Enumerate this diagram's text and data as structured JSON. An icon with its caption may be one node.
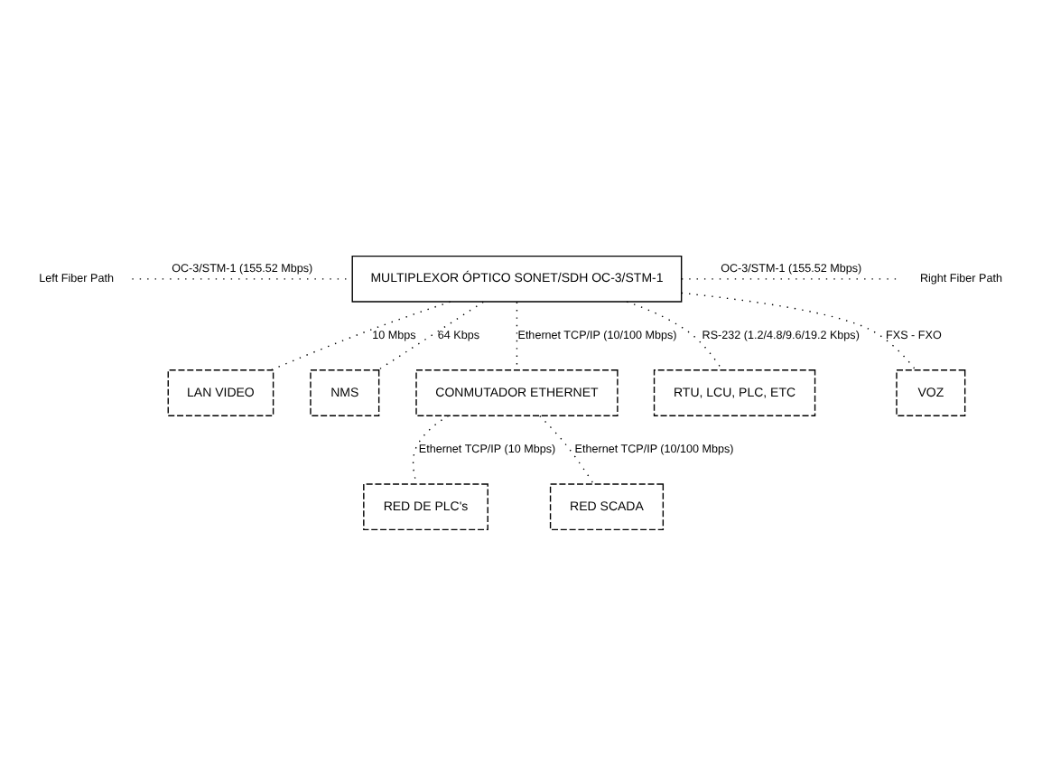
{
  "diagram": {
    "nodes": [
      {
        "text": [
          "MULTIPLEXOR ÓPTICO SONET/SDH OC-3/STM-1"
        ]
      },
      {
        "text": [
          "LAN VIDEO"
        ]
      },
      {
        "text": [
          "NMS"
        ]
      },
      {
        "text": [
          "CONMUTADOR ETHERNET"
        ]
      },
      {
        "text": [
          "RTU, LCU, PLC, ETC"
        ]
      },
      {
        "text": [
          "VOZ"
        ]
      },
      {
        "text": [
          "RED DE PLC's"
        ]
      },
      {
        "text": [
          "RED SCADA"
        ]
      }
    ],
    "edges": [
      {
        "from": null,
        "to": 0,
        "arrow": "none",
        "label": "OC-3/STM-1 (155.52 Mbps)"
      },
      {
        "from": 0,
        "to": null,
        "arrow": "none",
        "label": "OC-3/STM-1 (155.52 Mbps)"
      },
      {
        "from": 0,
        "to": 1,
        "arrow": "none",
        "label": "10 Mbps"
      },
      {
        "from": 0,
        "to": 4,
        "arrow": "none",
        "label": "RS-232 (1.2/4.8/9.6/19.2 Kbps)"
      },
      {
        "from": 0,
        "to": 5,
        "arrow": "none",
        "label": "FXS - FXO"
      },
      {
        "from": 0,
        "to": 3,
        "arrow": "none",
        "label": "Ethernet TCP/IP (10/100 Mbps)"
      },
      {
        "from": 0,
        "to": 2,
        "arrow": "none",
        "label": "64 Kbps"
      },
      {
        "from": 3,
        "to": 6,
        "arrow": "none",
        "label": "Ethernet TCP/IP (10 Mbps)"
      },
      {
        "from": 3,
        "to": 7,
        "arrow": "none",
        "label": "Ethernet TCP/IP (10/100 Mbps)"
      }
    ],
    "labels": [
      "Left Fiber Path",
      "Right Fiber Path"
    ]
  }
}
